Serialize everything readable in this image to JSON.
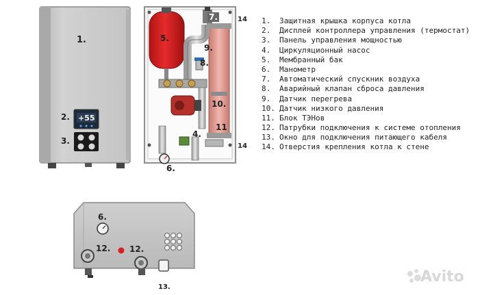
{
  "callouts": {
    "c1": "1.",
    "c2": "2.",
    "c3": "3.",
    "c4": "4.",
    "c5": "5.",
    "c6": "6.",
    "c7": "7.",
    "c8": "8.",
    "c9": "9.",
    "c10": "10.",
    "c11": "11",
    "c14a": "14",
    "c14b": "14",
    "c6b": "6.",
    "c12a": "12.",
    "c12b": "12.",
    "c13": "13."
  },
  "display": {
    "readout": "+55"
  },
  "legend": [
    {
      "num": "1.",
      "text": "Защитная крышка корпуса котла"
    },
    {
      "num": "2.",
      "text": "Дисплей контроллера управления (термостат)"
    },
    {
      "num": "3.",
      "text": "Панель управления мощностью"
    },
    {
      "num": "4.",
      "text": "Циркуляционный насос"
    },
    {
      "num": "5.",
      "text": "Мембранный бак"
    },
    {
      "num": "6.",
      "text": "Манометр"
    },
    {
      "num": "7.",
      "text": "Автоматический спускник воздуха"
    },
    {
      "num": "8.",
      "text": "Аварийный клапан сброса давления"
    },
    {
      "num": "9.",
      "text": "Датчик перегрева"
    },
    {
      "num": "10.",
      "text": "Датчик низкого давления"
    },
    {
      "num": "11.",
      "text": "Блок ТЭНов"
    },
    {
      "num": "12.",
      "text": "Патрубки подключения к системе отопления"
    },
    {
      "num": "13.",
      "text": "Окно для подключения питающего кабеля"
    },
    {
      "num": "14.",
      "text": "Отверстия крепления котла к стене"
    }
  ],
  "watermark": {
    "text": "Avito"
  },
  "colors": {
    "tank_red": "#d81e1e",
    "pump_red": "#c0392b",
    "heater_pink": "#e8a8a0",
    "casing_grey": "#c9c9c9",
    "frame_grey": "#9a9a9a"
  },
  "icons": {
    "pressure_gauge": "gauge-icon",
    "wall_mount": "screw-hole-icon",
    "watermark_logo": "avito-logo-icon"
  }
}
